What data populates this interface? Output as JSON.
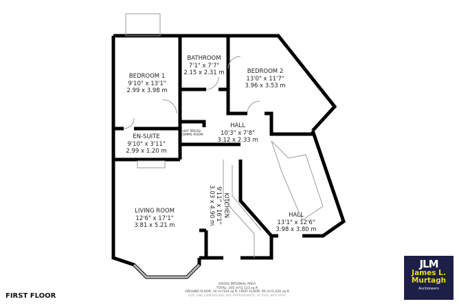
{
  "rooms": {
    "bedroom1": {
      "name": "BEDROOM 1",
      "imperial": "9'10\" x 13'1\"",
      "metric": "2.99 x 3.98 m"
    },
    "bathroom": {
      "name": "BATHROOM",
      "imperial": "7'1\" x 7'7\"",
      "metric": "2.15 x 2.31 m"
    },
    "bedroom2": {
      "name": "BEDROOM 2",
      "imperial": "13'0\" x 11'7\"",
      "metric": "3.96 x 3.53 m"
    },
    "hall_upper": {
      "name": "HALL",
      "imperial": "10'3\" x 7'8\"",
      "metric": "3.12 x 2.33 m"
    },
    "hot_press": {
      "name": "HOT PRESS/",
      "name2": "COMMS ROOM"
    },
    "ensuite": {
      "name": "EN-SUITE",
      "imperial": "9'10\" x 3'11\"",
      "metric": "2.99 x 1.20 m"
    },
    "living": {
      "name": "LIVING ROOM",
      "imperial": "12'6\" x 17'1\"",
      "metric": "3.81 x 5.21 m"
    },
    "kitchen": {
      "name": "KITCHEN",
      "imperial": "9'11\" x 16'1\"",
      "metric": "3.03 x 4.90 m"
    },
    "hall_lower": {
      "name": "HALL",
      "imperial": "13'1\" x 12'6\"",
      "metric": "3.98 x 3.80 m"
    }
  },
  "floor_label": "FIRST FLOOR",
  "area": {
    "title": "GROSS INTERNAL AREA",
    "total": "TOTAL: 105 m²/1,123 sq ft",
    "breakdown": "GROUND FLOOR: 10 m²/103 sq ft, FIRST FLOOR: 95 m²/1,020 sq ft",
    "disclaimer": "SIZE AND DIMENSIONS ARE APPROXIMATE, ACTUAL MAY VARY"
  },
  "logo": {
    "monogram": "JLM",
    "line1": "James L.",
    "line2": "Murtagh",
    "tagline": "Auctioneers",
    "bg": "#1d1f47",
    "accent": "#e9df1f"
  }
}
